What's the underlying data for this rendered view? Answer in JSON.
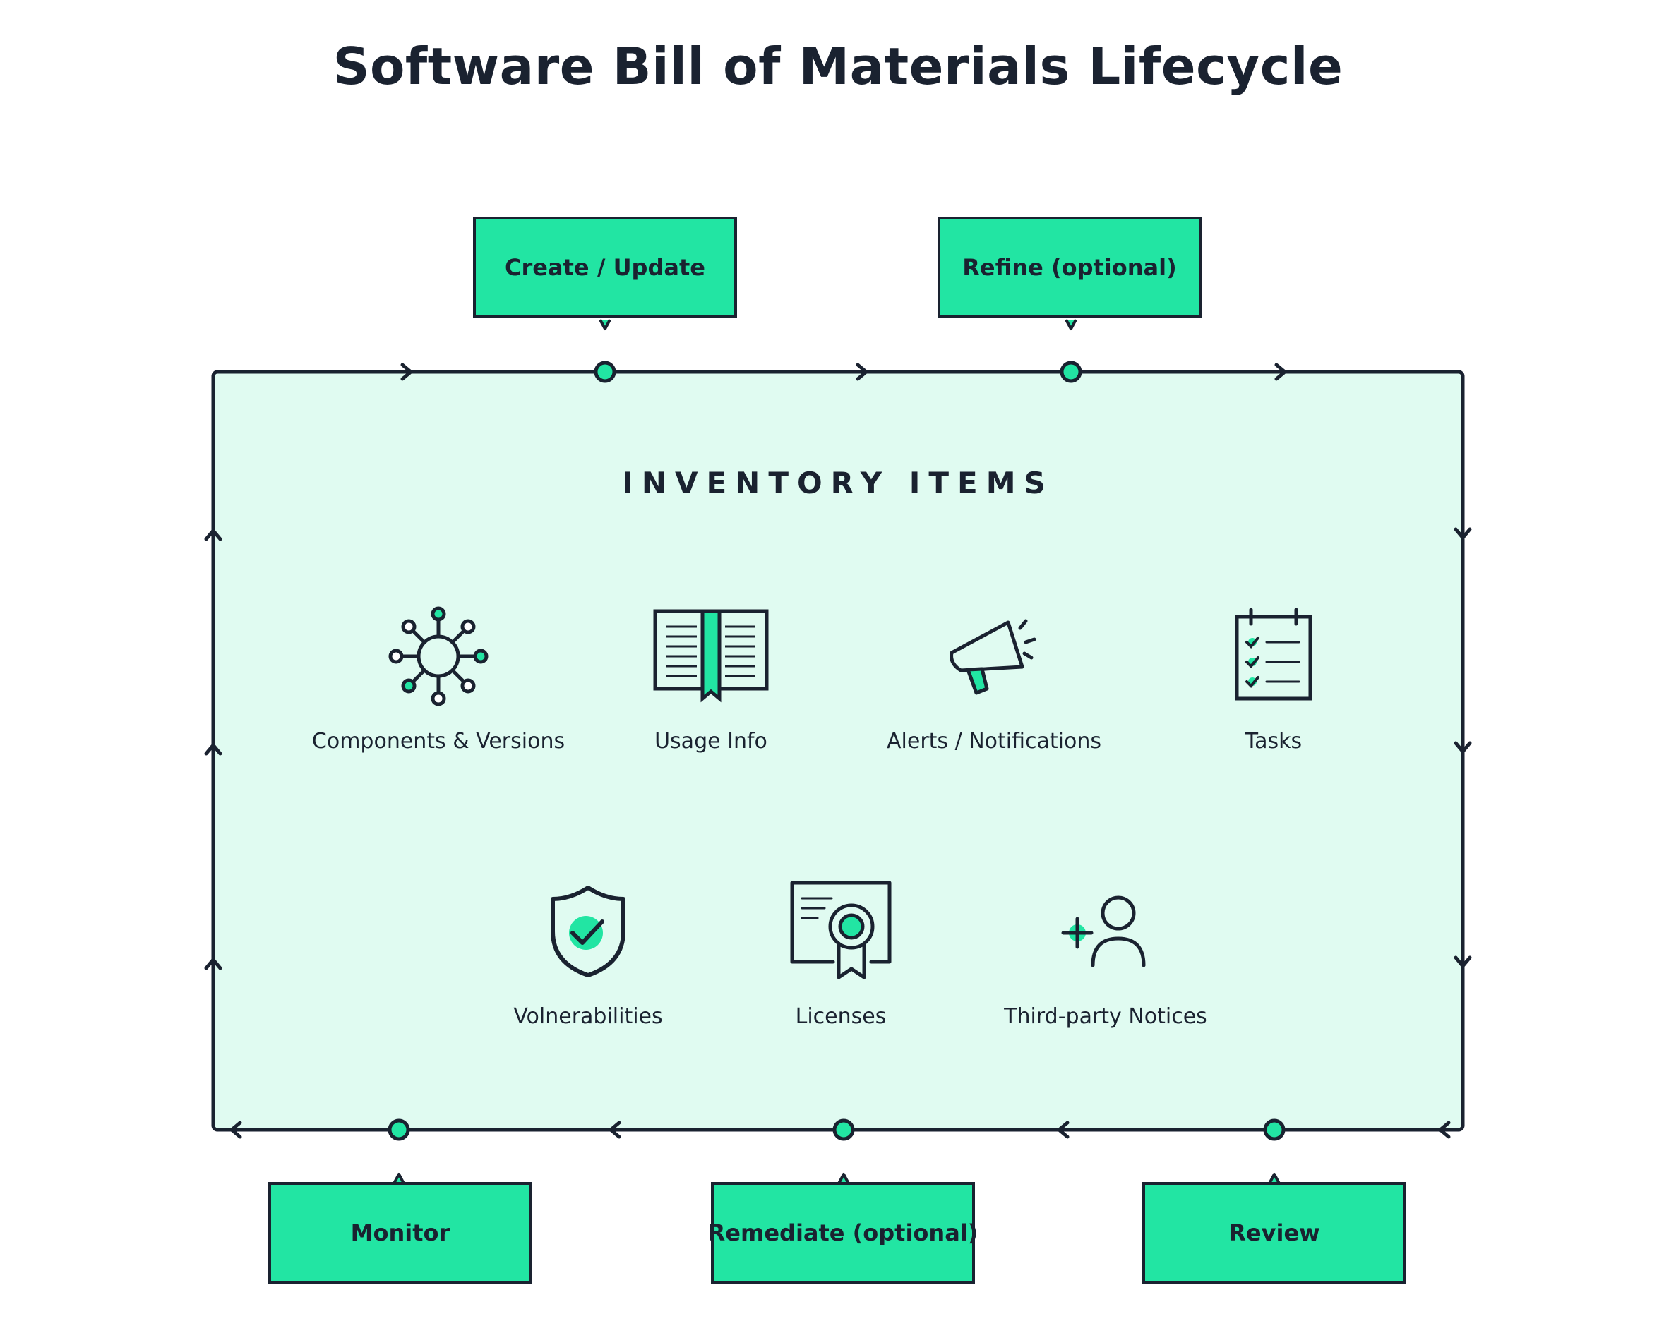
{
  "title": "Software Bill of Materials Lifecycle",
  "inventory": {
    "heading": "INVENTORY ITEMS",
    "items": [
      {
        "label": "Components & Versions",
        "icon": "components-icon"
      },
      {
        "label": "Usage Info",
        "icon": "book-icon"
      },
      {
        "label": "Alerts / Notifications",
        "icon": "megaphone-icon"
      },
      {
        "label": "Tasks",
        "icon": "checklist-icon"
      },
      {
        "label": "Volnerabilities",
        "icon": "shield-check-icon"
      },
      {
        "label": "Licenses",
        "icon": "certificate-icon"
      },
      {
        "label": "Third-party Notices",
        "icon": "add-user-icon"
      }
    ]
  },
  "stages": {
    "create_update": "Create / Update",
    "refine": "Refine (optional)",
    "monitor": "Monitor",
    "remediate": "Remediate (optional)",
    "review": "Review"
  },
  "colors": {
    "accent": "#22e5a3",
    "panel": "#e0fbf1",
    "stroke": "#1a2230"
  }
}
